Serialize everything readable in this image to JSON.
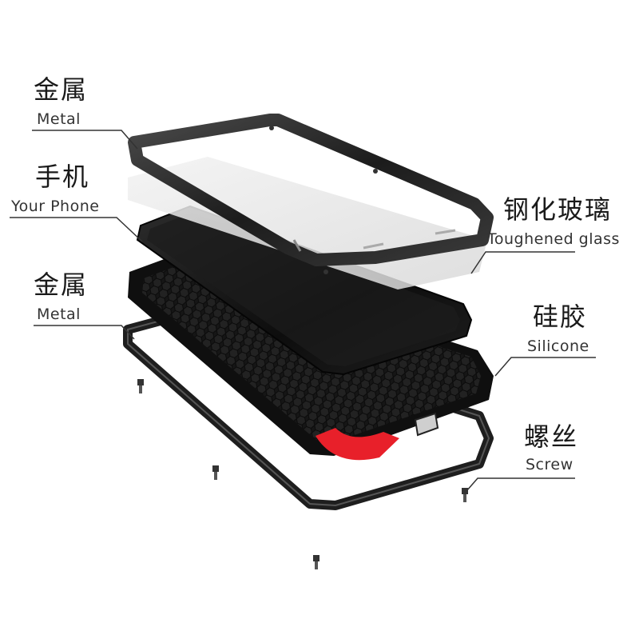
{
  "labels": {
    "metal_top": {
      "zh": "金属",
      "en": "Metal"
    },
    "phone": {
      "zh": "手机",
      "en": "Your Phone"
    },
    "metal_bottom": {
      "zh": "金属",
      "en": "Metal"
    },
    "glass": {
      "zh": "钢化玻璃",
      "en": "Toughened glass"
    },
    "silicone": {
      "zh": "硅胶",
      "en": "Silicone"
    },
    "screw": {
      "zh": "螺丝",
      "en": "Screw"
    }
  },
  "colors": {
    "frame": "#2a2a2a",
    "phone": "#151515",
    "glass": "#e8e8e8",
    "silicone": "#111111",
    "accent": "#e8202a",
    "leader": "#333333"
  }
}
